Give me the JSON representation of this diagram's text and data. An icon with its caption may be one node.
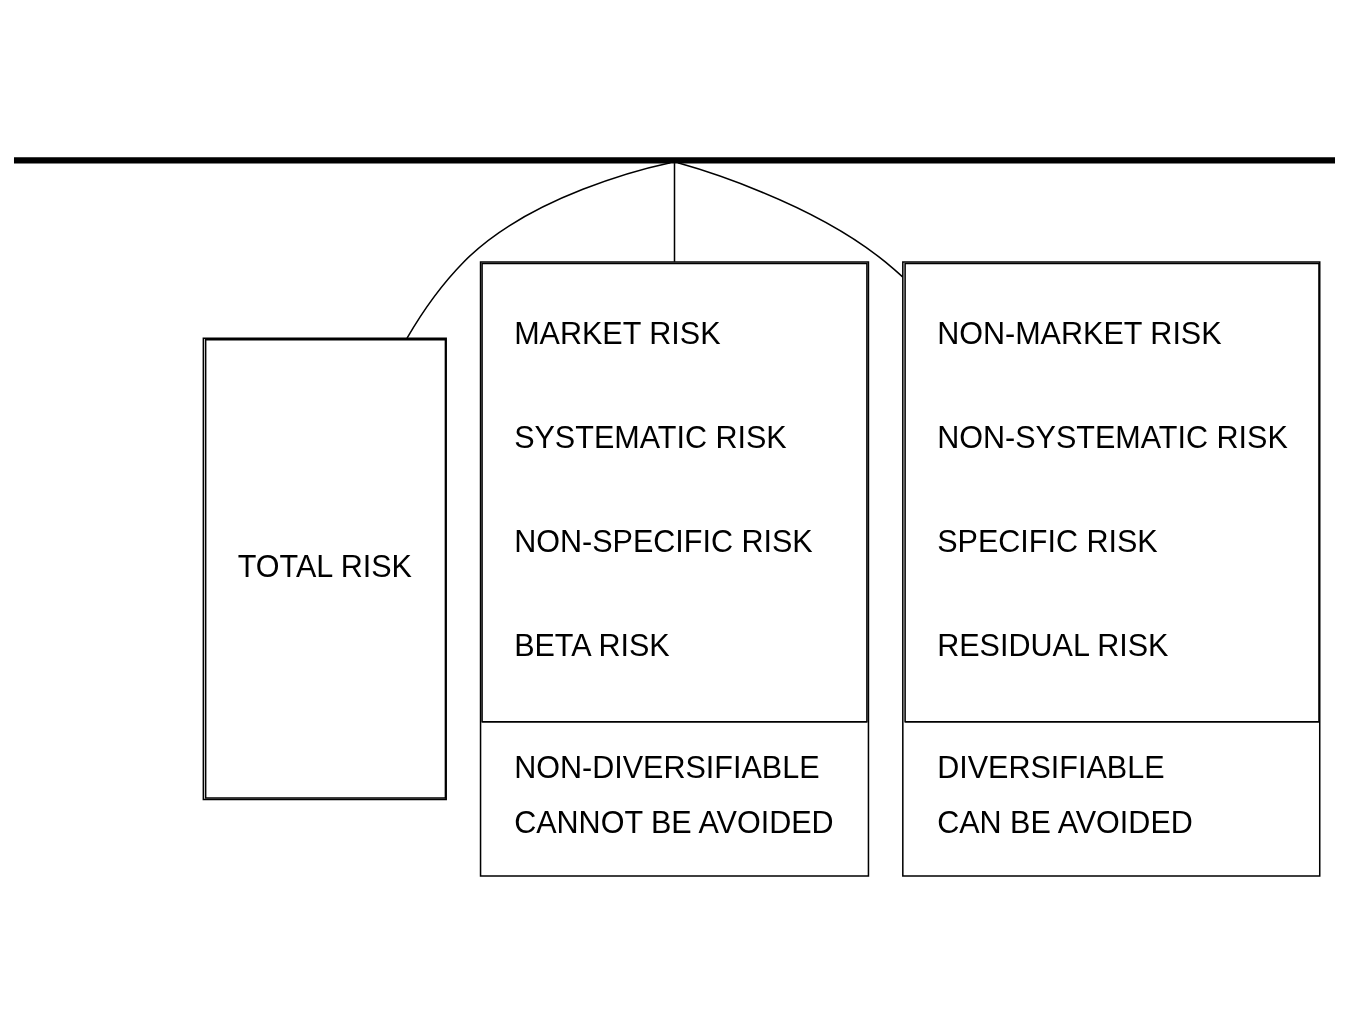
{
  "diagram": {
    "nodes": [
      {
        "text": [],
        "shape": "bar"
      },
      {
        "text": [
          "TOTAL RISK"
        ]
      },
      {
        "text": [
          "MARKET RISK",
          "SYSTEMATIC RISK",
          "NON-SPECIFIC RISK",
          "BETA RISK",
          "NON-DIVERSIFIABLE",
          "CANNOT BE AVOIDED"
        ]
      },
      {
        "text": [
          "NON-MARKET RISK",
          "NON-SYSTEMATIC RISK",
          "SPECIFIC RISK",
          "RESIDUAL RISK",
          "DIVERSIFIABLE",
          "CAN BE AVOIDED"
        ]
      }
    ],
    "edges": [
      {
        "from": 0,
        "to": 1,
        "arrow": "none"
      },
      {
        "from": 0,
        "to": 2,
        "arrow": "none"
      },
      {
        "from": 0,
        "to": 3,
        "arrow": "none"
      }
    ]
  }
}
